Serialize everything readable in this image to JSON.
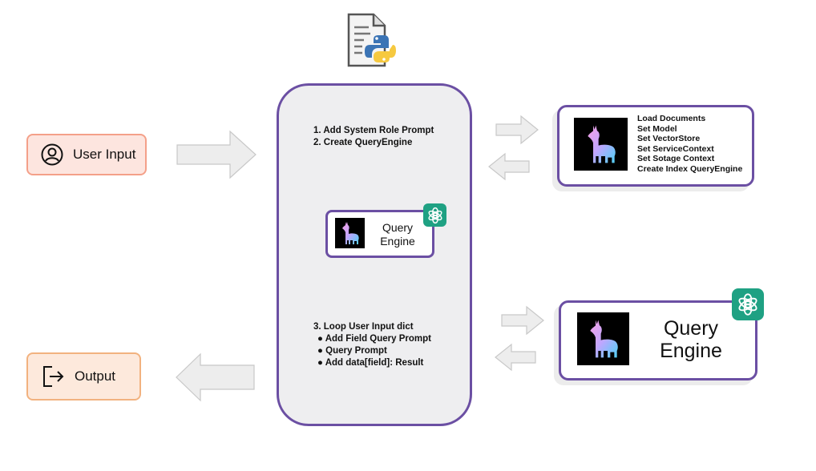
{
  "user_input": {
    "label": "User Input",
    "icon": "user-circle-icon"
  },
  "output": {
    "label": "Output",
    "icon": "exit-icon"
  },
  "main_panel": {
    "steps_top": [
      "1. Add System Role Prompt",
      "2. Create QueryEngine"
    ],
    "query_engine": {
      "line1": "Query",
      "line2": "Engine"
    },
    "steps_bottom": [
      "3. Loop User Input dict",
      "Add Field Query Prompt",
      "Query Prompt",
      "Add data[field]: Result"
    ]
  },
  "right_top": {
    "items": [
      "Load Documents",
      "Set Model",
      "Set VectorStore",
      "Set ServiceContext",
      "Set Sotage Context",
      "Create Index QueryEngine"
    ]
  },
  "right_bottom": {
    "line1": "Query",
    "line2": "Engine"
  },
  "colors": {
    "panel_border": "#6b4fa3",
    "panel_fill": "#eeeef0",
    "input_fill": "#fde5df",
    "output_fill": "#fde9dc",
    "openai_green": "#1fa183",
    "arrow_fill": "#ededed",
    "arrow_stroke": "#c8c8c8"
  }
}
